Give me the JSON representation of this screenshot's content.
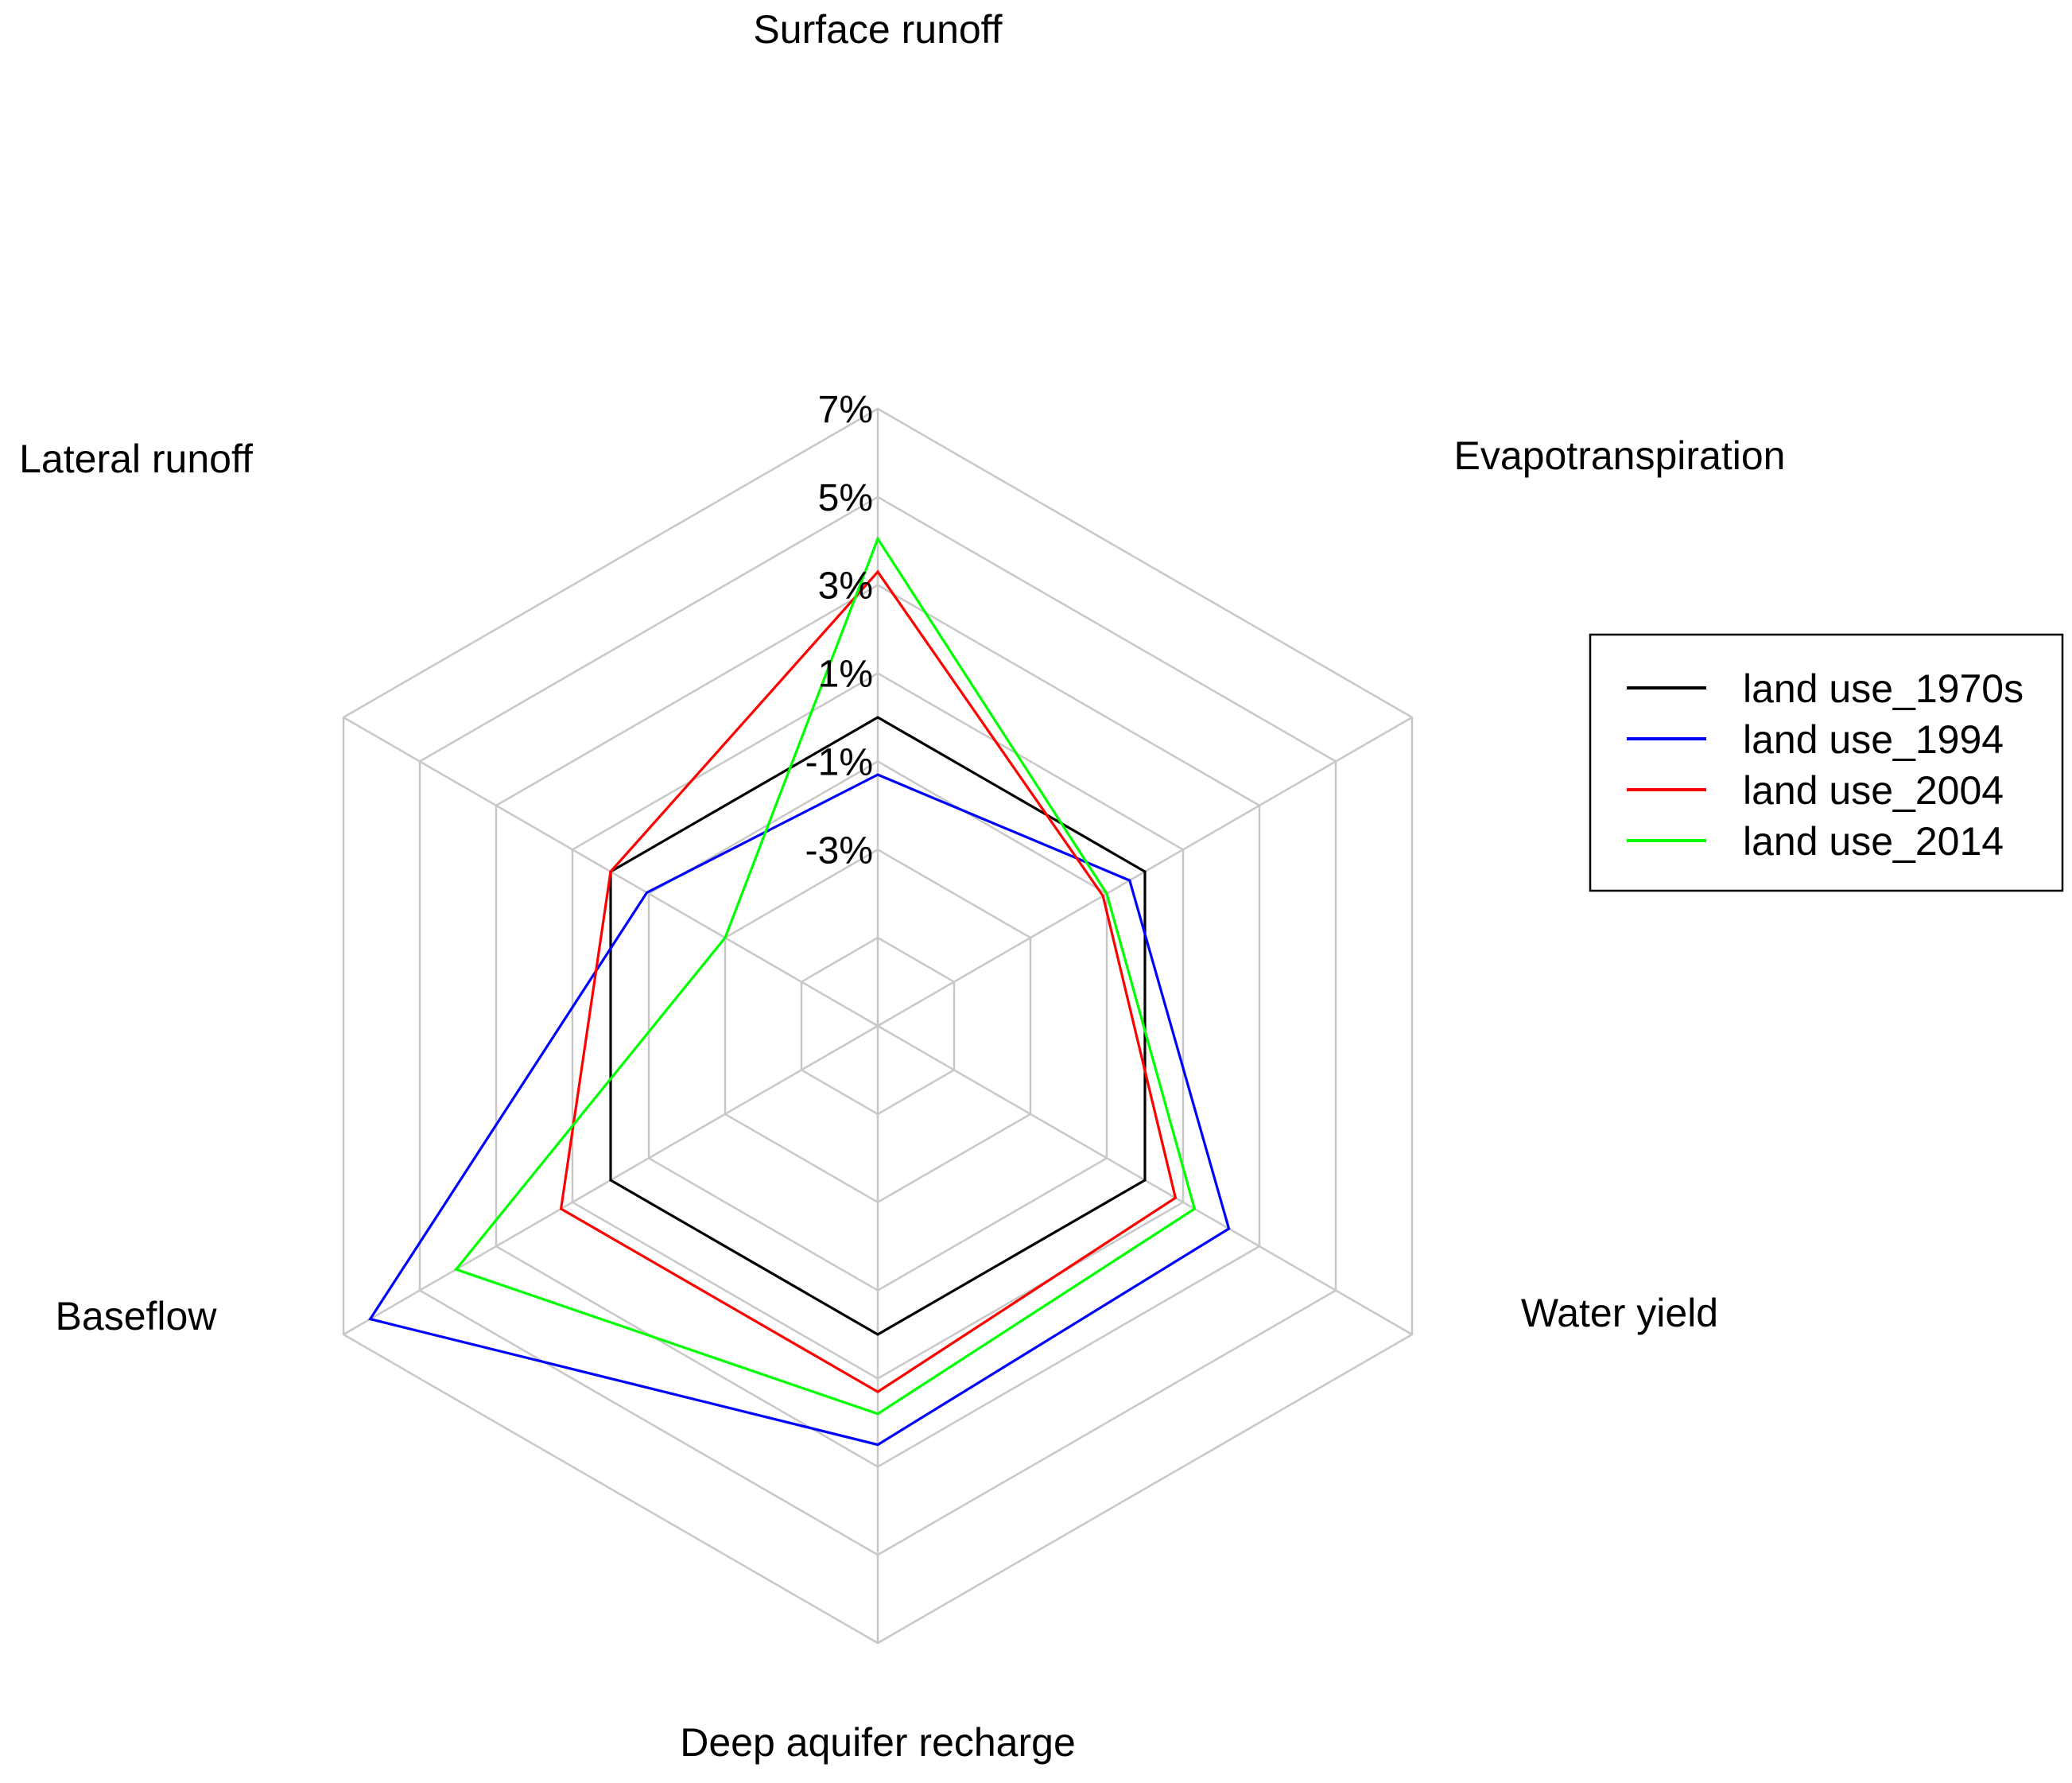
{
  "chart_data": {
    "type": "radar",
    "axes": [
      "Surface runoff",
      "Evapotranspiration",
      "Water yield",
      "Deep aquifer recharge",
      "Baseflow",
      "Lateral runoff"
    ],
    "tick_labels": [
      "-3%",
      "-1%",
      "1%",
      "3%",
      "5%",
      "7%"
    ],
    "range": [
      -7,
      7
    ],
    "tick_values": [
      -3,
      -1,
      1,
      3,
      5,
      7
    ],
    "inner_ring_values": [
      -5
    ],
    "grid": true,
    "legend_position": "right",
    "series": [
      {
        "name": "land use_1970s",
        "color": "#000000",
        "values": [
          0.0,
          0.0,
          0.0,
          0.0,
          0.0,
          0.0
        ]
      },
      {
        "name": "land use_1994",
        "color": "#0000ff",
        "values": [
          -1.3,
          -0.4,
          2.2,
          2.5,
          6.3,
          -0.95
        ]
      },
      {
        "name": "land use_2004",
        "color": "#ff0000",
        "values": [
          3.3,
          -1.1,
          0.8,
          1.3,
          1.3,
          0.0
        ]
      },
      {
        "name": "land use_2014",
        "color": "#00ff00",
        "values": [
          4.05,
          -1.0,
          1.3,
          1.8,
          4.05,
          -3.0
        ]
      }
    ]
  }
}
